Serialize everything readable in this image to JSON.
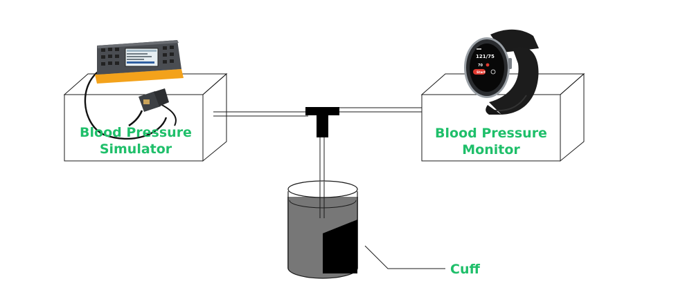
{
  "labels": {
    "simulator_line1": "Blood Pressure",
    "simulator_line2": "Simulator",
    "monitor_line1": "Blood Pressure",
    "monitor_line2": "Monitor",
    "cuff": "Cuff"
  },
  "watch_screen": {
    "reading": "121/75",
    "pulse": "70",
    "button": "Start"
  },
  "colors": {
    "label_green": "#1fbf6a",
    "simulator_orange": "#f3a21b",
    "line": "#1a1a1a"
  }
}
